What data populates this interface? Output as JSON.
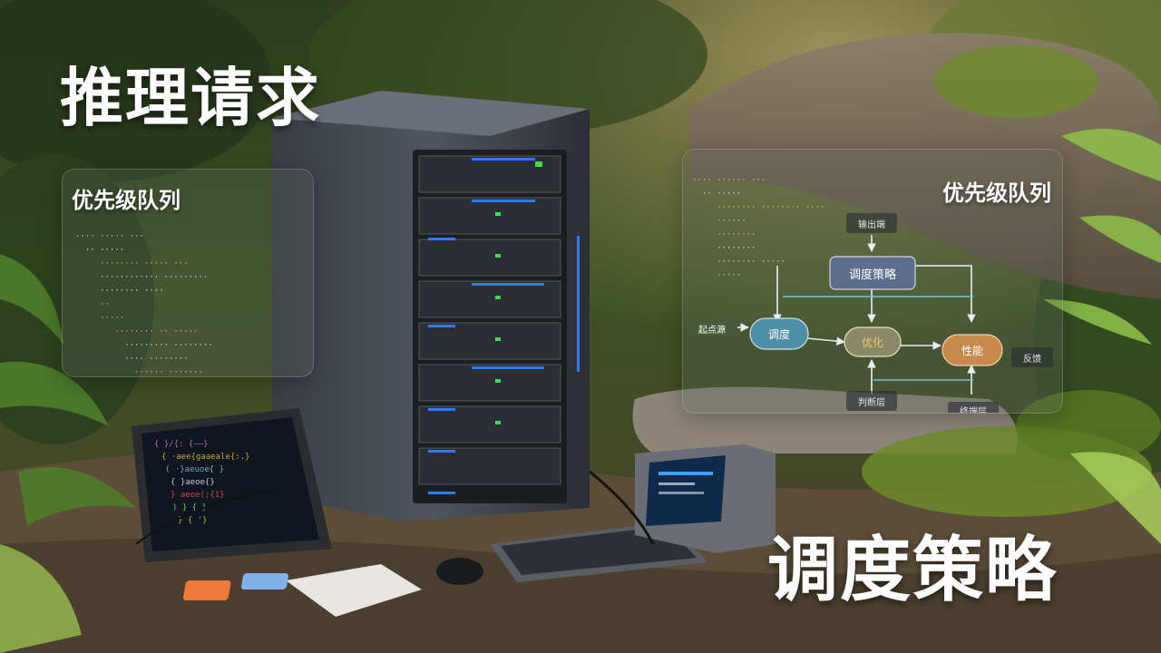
{
  "overlay": {
    "title_top": "推理请求",
    "title_bottom": "调度策略"
  },
  "panel_left": {
    "title": "优先级队列"
  },
  "panel_right": {
    "title": "优先级队列",
    "flow_nodes": {
      "center_top": "调度策略",
      "left": "调度",
      "middle": "优化",
      "right": "性能",
      "input": "起点源",
      "top": "输出端",
      "bottom_left": "判断层",
      "bottom_right": "终端层",
      "side_right": "反馈"
    }
  },
  "colors": {
    "node_blue": "#4e8fa8",
    "node_orange": "#c78a4d",
    "node_slate": "#5b6f8c",
    "led_blue": "#2f7bff",
    "led_green": "#3ddc5a"
  }
}
